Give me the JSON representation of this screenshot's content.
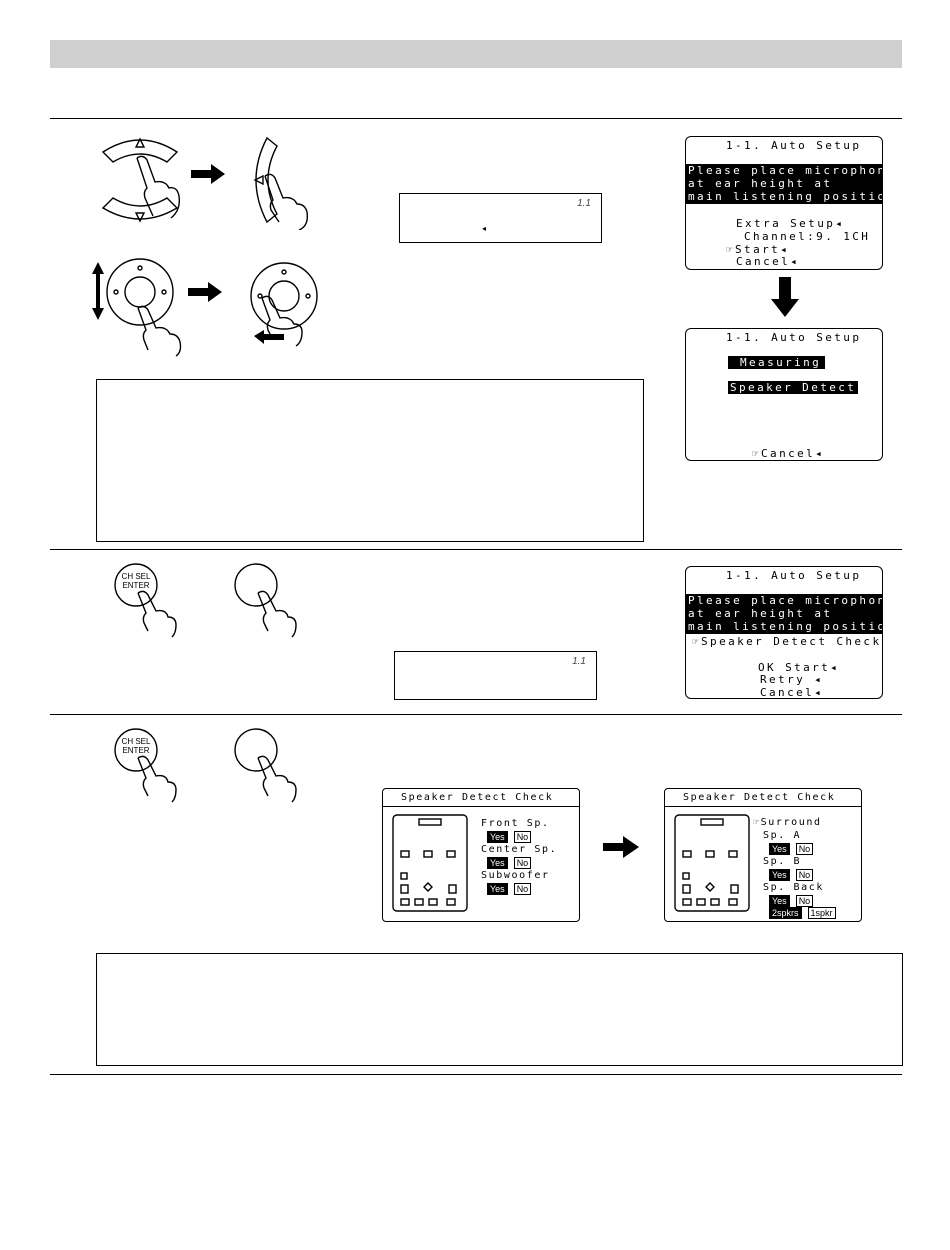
{
  "osd_auto_setup_1": {
    "title": "1-1. Auto Setup",
    "notice_lines": [
      "Please place microphone",
      "at ear height at",
      "main listening position."
    ],
    "items": [
      "Extra Setup◂",
      "Channel:9. 1CH",
      "☞Start◂",
      "Cancel◂"
    ]
  },
  "osd_auto_setup_2": {
    "title": "1-1. Auto Setup",
    "status_1": "Measuring",
    "status_2": "Speaker Detect",
    "cancel": "☞Cancel◂"
  },
  "osd_auto_setup_3": {
    "title": "1-1. Auto Setup",
    "notice_lines": [
      "Please place microphone",
      "at ear height at",
      "main listening position."
    ],
    "check_line": "☞Speaker Detect Check",
    "items": [
      "OK Start◂",
      "Retry ◂",
      "Cancel◂"
    ]
  },
  "speaker_check_front": {
    "title": "Speaker Detect Check",
    "groups": [
      {
        "label": "Front Sp.",
        "yes": "Yes",
        "no": "No"
      },
      {
        "label": "Center Sp.",
        "yes": "Yes",
        "no": "No"
      },
      {
        "label": "Subwoofer",
        "yes": "Yes",
        "no": "No"
      }
    ]
  },
  "speaker_check_surround": {
    "title": "Speaker Detect Check",
    "heading": "☞Surround",
    "groups": [
      {
        "label": "Sp. A",
        "yes": "Yes",
        "no": "No"
      },
      {
        "label": "Sp. B",
        "yes": "Yes",
        "no": "No"
      },
      {
        "label": "Sp. Back",
        "yes": "Yes",
        "no": "No"
      }
    ],
    "back_options": [
      "2spkrs",
      "1spkr"
    ]
  },
  "button_1": {
    "line1": "CH SEL",
    "line2": "ENTER"
  },
  "button_2": {
    "line1": "CH SEL",
    "line2": "ENTER"
  },
  "lcd_mark": "1.1"
}
